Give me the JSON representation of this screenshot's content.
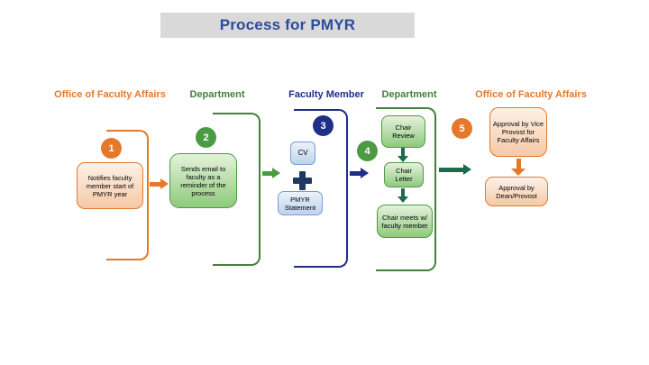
{
  "title": "Process for PMYR",
  "columns": [
    {
      "header": "Office of Faculty Affairs"
    },
    {
      "header": "Department"
    },
    {
      "header": "Faculty Member"
    },
    {
      "header": "Department"
    },
    {
      "header": "Office of Faculty Affairs"
    }
  ],
  "steps": [
    "1",
    "2",
    "3",
    "4",
    "5"
  ],
  "boxes": {
    "notify": "Notifies faculty member start of PMYR year",
    "email": "Sends email to faculty as a reminder of the process",
    "cv": "CV",
    "pmyr_statement": "PMYR Statement",
    "chair_review": "Chair Review",
    "chair_letter": "Chair Letter",
    "chair_meets": "Chair meets w/ faculty member",
    "approval_vp": "Approval by Vice Provost for Faculty Affairs",
    "approval_dean": "Approval by Dean/Provost"
  },
  "colors": {
    "orange": "#E4792B",
    "orange_fill_top": "#FDF1E7",
    "orange_fill_bottom": "#F6C9A6",
    "green": "#4D9A44",
    "green_dark": "#43823A",
    "green_fill_top": "#E4F2DB",
    "green_fill_bottom": "#8FCA7D",
    "navy": "#202F85",
    "plus_navy": "#1F3864",
    "blue_border": "#7C9CD6",
    "blue_fill_top": "#EBF2FB",
    "blue_fill_bottom": "#BED3ED",
    "teal": "#1E6B4A",
    "banner_bg": "#D9D9D9",
    "title_text": "#2B4B9B"
  }
}
